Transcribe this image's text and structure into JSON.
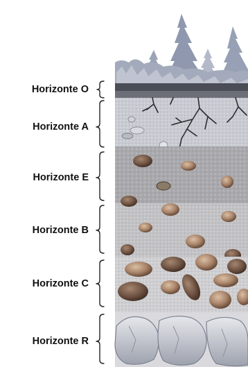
{
  "horizons": [
    {
      "id": "O",
      "label": "Horizonte O"
    },
    {
      "id": "A",
      "label": "Horizonte A"
    },
    {
      "id": "E",
      "label": "Horizonte E"
    },
    {
      "id": "B",
      "label": "Horizonte B"
    },
    {
      "id": "C",
      "label": "Horizonte C"
    },
    {
      "id": "R",
      "label": "Horizonte R"
    }
  ],
  "colors": {
    "sky": "#ffffff",
    "trees": "#8f98ae",
    "surface_grass": "#a3aabb",
    "horizon_o": "#4a4d55",
    "horizon_a": "#c9cbd2",
    "horizon_e": "#a9a9ad",
    "horizon_b": "#c2c2c5",
    "horizon_c": "#cfcfd2",
    "horizon_r": "#dadade",
    "rock_brown": "#8b6a50",
    "rock_light": "#c9a988",
    "bedrock": "#b9bcc6",
    "brace": "#222222",
    "label_text": "#111111"
  }
}
